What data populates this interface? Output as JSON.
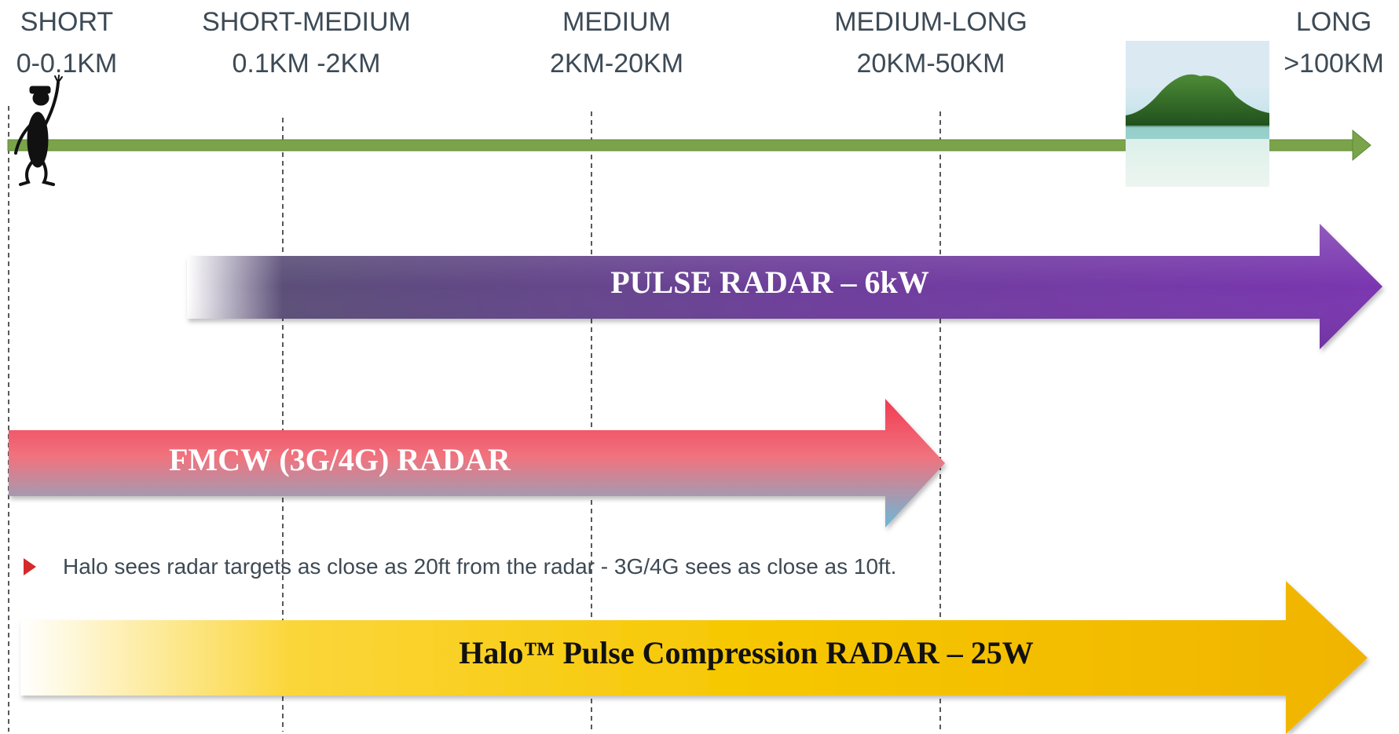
{
  "ranges": [
    {
      "name": "SHORT",
      "distance": "0-0.1KM"
    },
    {
      "name": "SHORT-MEDIUM",
      "distance": "0.1KM -2KM"
    },
    {
      "name": "MEDIUM",
      "distance": "2KM-20KM"
    },
    {
      "name": "MEDIUM-LONG",
      "distance": "20KM-50KM"
    },
    {
      "name": "LONG",
      "distance": ">100KM"
    }
  ],
  "bars": {
    "pulse": {
      "label": "PULSE RADAR – 6kW",
      "color": "#7a3aa8"
    },
    "fmcw": {
      "label": "FMCW (3G/4G) RADAR",
      "color_top": "#f24a5c",
      "color_bottom": "#66b8d6"
    },
    "halo": {
      "label": "Halo™ Pulse Compression RADAR – 25W",
      "color": "#f5c400"
    }
  },
  "axis_arrow_color": "#7aa34a",
  "note": "Halo sees radar targets as close as 20ft from the radar - 3G/4G sees as close as 10ft.",
  "icons": {
    "bullet": "red-triangle-bullet-icon",
    "person": "waving-person-icon",
    "island": "island-photo"
  }
}
